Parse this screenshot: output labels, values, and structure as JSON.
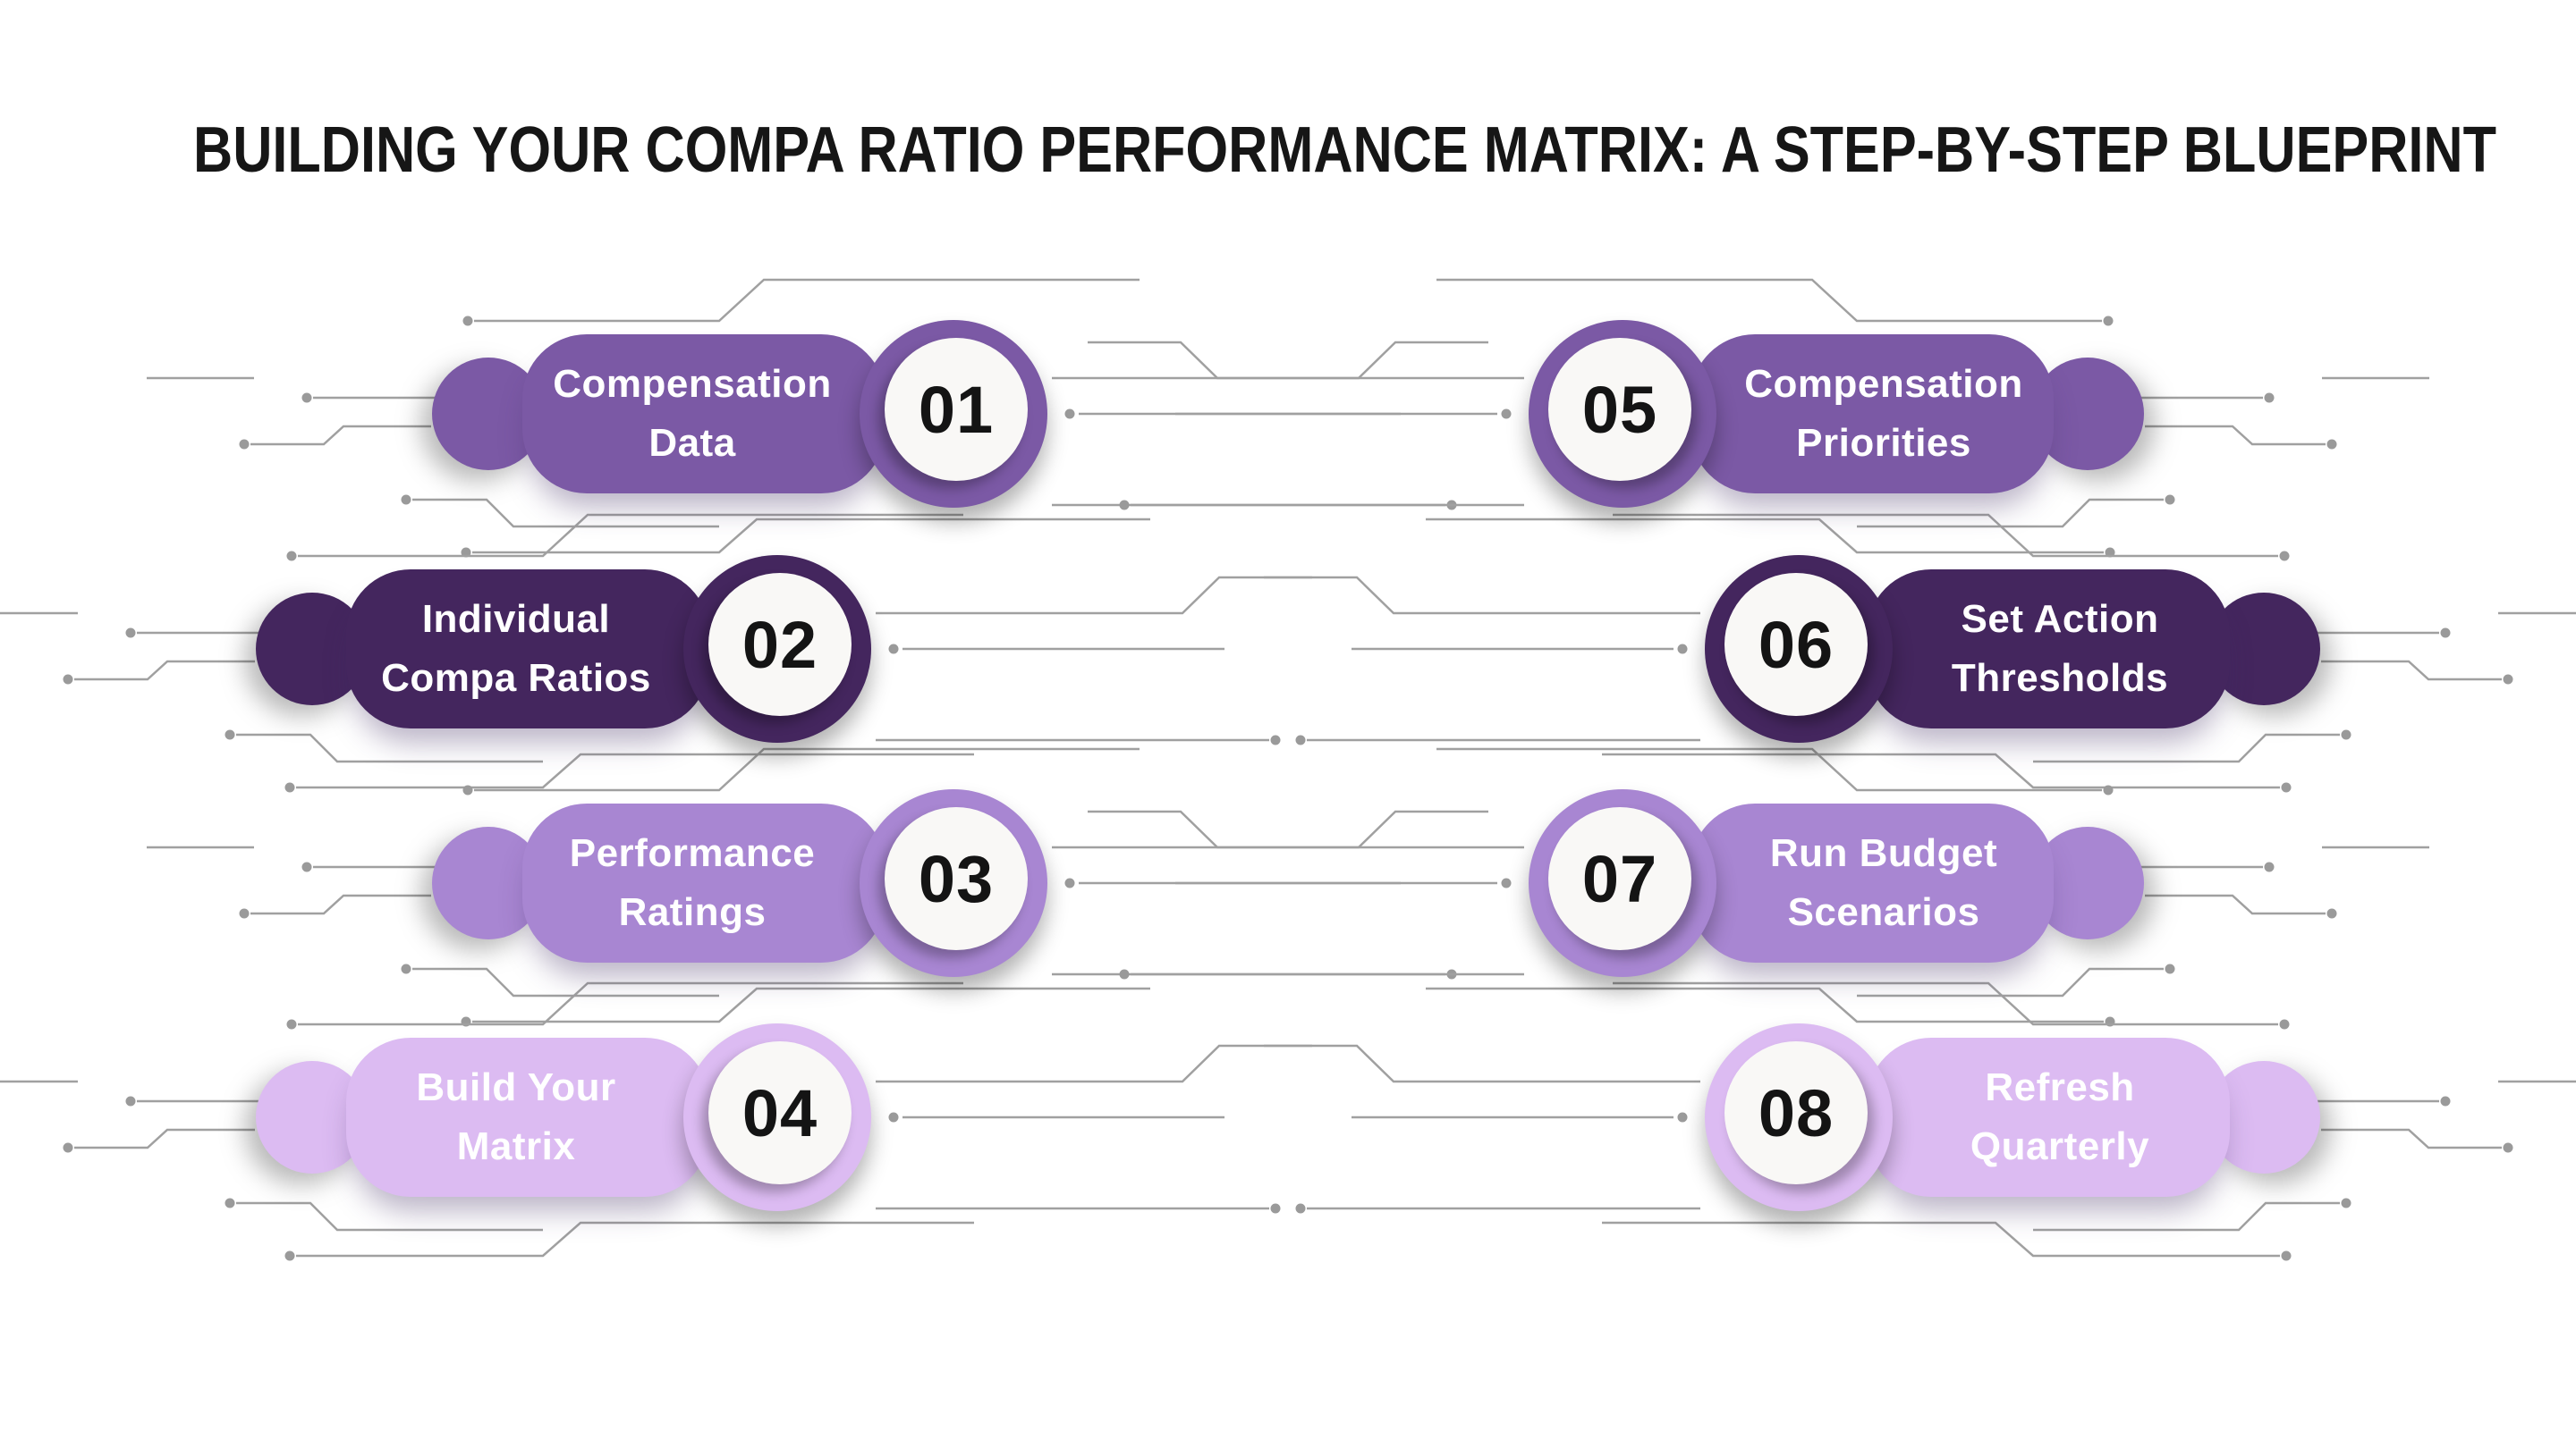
{
  "title": "BUILDING YOUR COMPA RATIO PERFORMANCE MATRIX: A STEP-BY-STEP BLUEPRINT",
  "steps": [
    {
      "number": "01",
      "label_line1": "Compensation",
      "label_line2": "Data",
      "color": "#7b59a5",
      "column": "left"
    },
    {
      "number": "02",
      "label_line1": "Individual",
      "label_line2": "Compa Ratios",
      "color": "#44265e",
      "column": "left"
    },
    {
      "number": "03",
      "label_line1": "Performance",
      "label_line2": "Ratings",
      "color": "#a886d2",
      "column": "left"
    },
    {
      "number": "04",
      "label_line1": "Build Your",
      "label_line2": "Matrix",
      "color": "#dcbbf2",
      "column": "left"
    },
    {
      "number": "05",
      "label_line1": "Compensation",
      "label_line2": "Priorities",
      "color": "#7b59a5",
      "column": "right"
    },
    {
      "number": "06",
      "label_line1": "Set Action",
      "label_line2": "Thresholds",
      "color": "#44265e",
      "column": "right"
    },
    {
      "number": "07",
      "label_line1": "Run Budget",
      "label_line2": "Scenarios",
      "color": "#a886d2",
      "column": "right"
    },
    {
      "number": "08",
      "label_line1": "Refresh",
      "label_line2": "Quarterly",
      "color": "#dcbbf2",
      "column": "right"
    }
  ],
  "colors": {
    "background": "#ffffff",
    "title_text": "#161616",
    "label_text": "#ffffff",
    "number_text": "#141414",
    "badge_inner_fill": "#f9f8f6",
    "step_purple_medium": "#7b59a5",
    "step_purple_dark": "#44265e",
    "step_purple_light": "#a886d2",
    "step_lavender": "#dcbbf2",
    "circuit_line": "#a0a0a0",
    "circuit_dot": "#9a9a9a"
  }
}
